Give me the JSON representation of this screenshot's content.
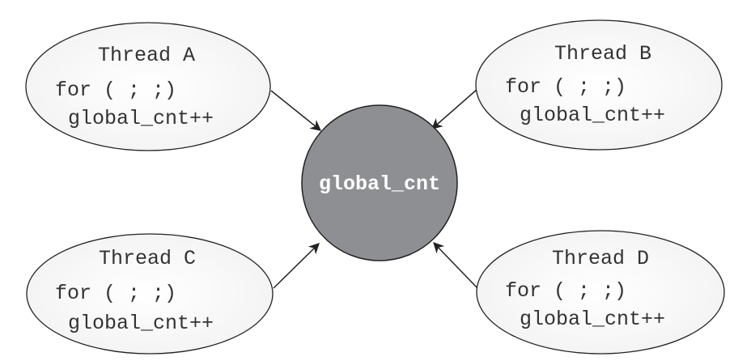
{
  "center": {
    "label": "global_cnt",
    "fill": "#8e8f93"
  },
  "threads": [
    {
      "title": "Thread A",
      "line1": "for ( ; ;)",
      "line2": "global_cnt++"
    },
    {
      "title": "Thread B",
      "line1": "for ( ; ;)",
      "line2": "global_cnt++"
    },
    {
      "title": "Thread C",
      "line1": "for ( ; ;)",
      "line2": "global_cnt++"
    },
    {
      "title": "Thread D",
      "line1": "for ( ; ;)",
      "line2": "global_cnt++"
    }
  ]
}
